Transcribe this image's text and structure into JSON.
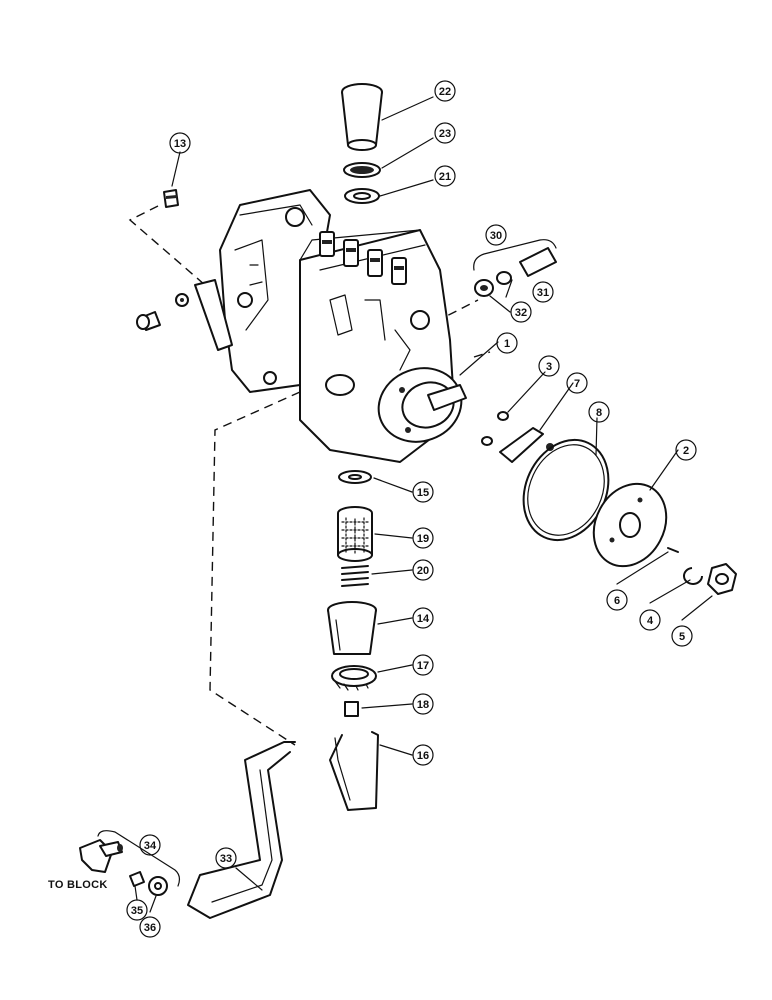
{
  "callouts": [
    {
      "id": "c22",
      "label": "22"
    },
    {
      "id": "c23",
      "label": "23"
    },
    {
      "id": "c21",
      "label": "21"
    },
    {
      "id": "c13",
      "label": "13"
    },
    {
      "id": "c30",
      "label": "30"
    },
    {
      "id": "c31",
      "label": "31"
    },
    {
      "id": "c32",
      "label": "32"
    },
    {
      "id": "c1",
      "label": "1"
    },
    {
      "id": "c3",
      "label": "3"
    },
    {
      "id": "c7",
      "label": "7"
    },
    {
      "id": "c8",
      "label": "8"
    },
    {
      "id": "c2",
      "label": "2"
    },
    {
      "id": "c15",
      "label": "15"
    },
    {
      "id": "c19",
      "label": "19"
    },
    {
      "id": "c20",
      "label": "20"
    },
    {
      "id": "c14",
      "label": "14"
    },
    {
      "id": "c17",
      "label": "17"
    },
    {
      "id": "c18",
      "label": "18"
    },
    {
      "id": "c16",
      "label": "16"
    },
    {
      "id": "c6",
      "label": "6"
    },
    {
      "id": "c4",
      "label": "4"
    },
    {
      "id": "c5",
      "label": "5"
    },
    {
      "id": "c34",
      "label": "34"
    },
    {
      "id": "c33",
      "label": "33"
    },
    {
      "id": "c35",
      "label": "35"
    },
    {
      "id": "c36",
      "label": "36"
    }
  ],
  "notes": {
    "to_block": "TO BLOCK"
  }
}
